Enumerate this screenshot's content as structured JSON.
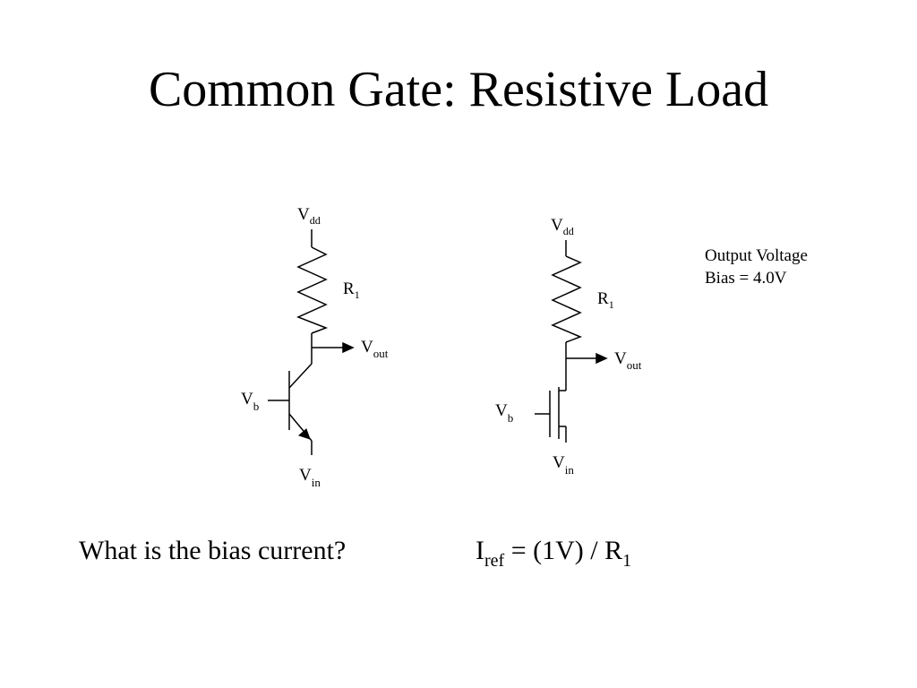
{
  "title": "Common Gate: Resistive Load",
  "left_circuit": {
    "vdd": {
      "main": "V",
      "sub": "dd"
    },
    "r1": {
      "main": "R",
      "sub": "1"
    },
    "vout": {
      "main": "V",
      "sub": "out"
    },
    "vb": {
      "main": "V",
      "sub": "b"
    },
    "vin": {
      "main": "V",
      "sub": "in"
    }
  },
  "right_circuit": {
    "vdd": {
      "main": "V",
      "sub": "dd"
    },
    "r1": {
      "main": "R",
      "sub": "1"
    },
    "vout": {
      "main": "V",
      "sub": "out"
    },
    "vb": {
      "main": "V",
      "sub": "b"
    },
    "vin": {
      "main": "V",
      "sub": "in"
    }
  },
  "note": {
    "line1": "Output Voltage",
    "line2": "Bias = 4.0V"
  },
  "question": "What is the bias current?",
  "formula": {
    "i": "I",
    "i_sub": "ref",
    "middle": " = (1V) / R",
    "r_sub": "1"
  }
}
